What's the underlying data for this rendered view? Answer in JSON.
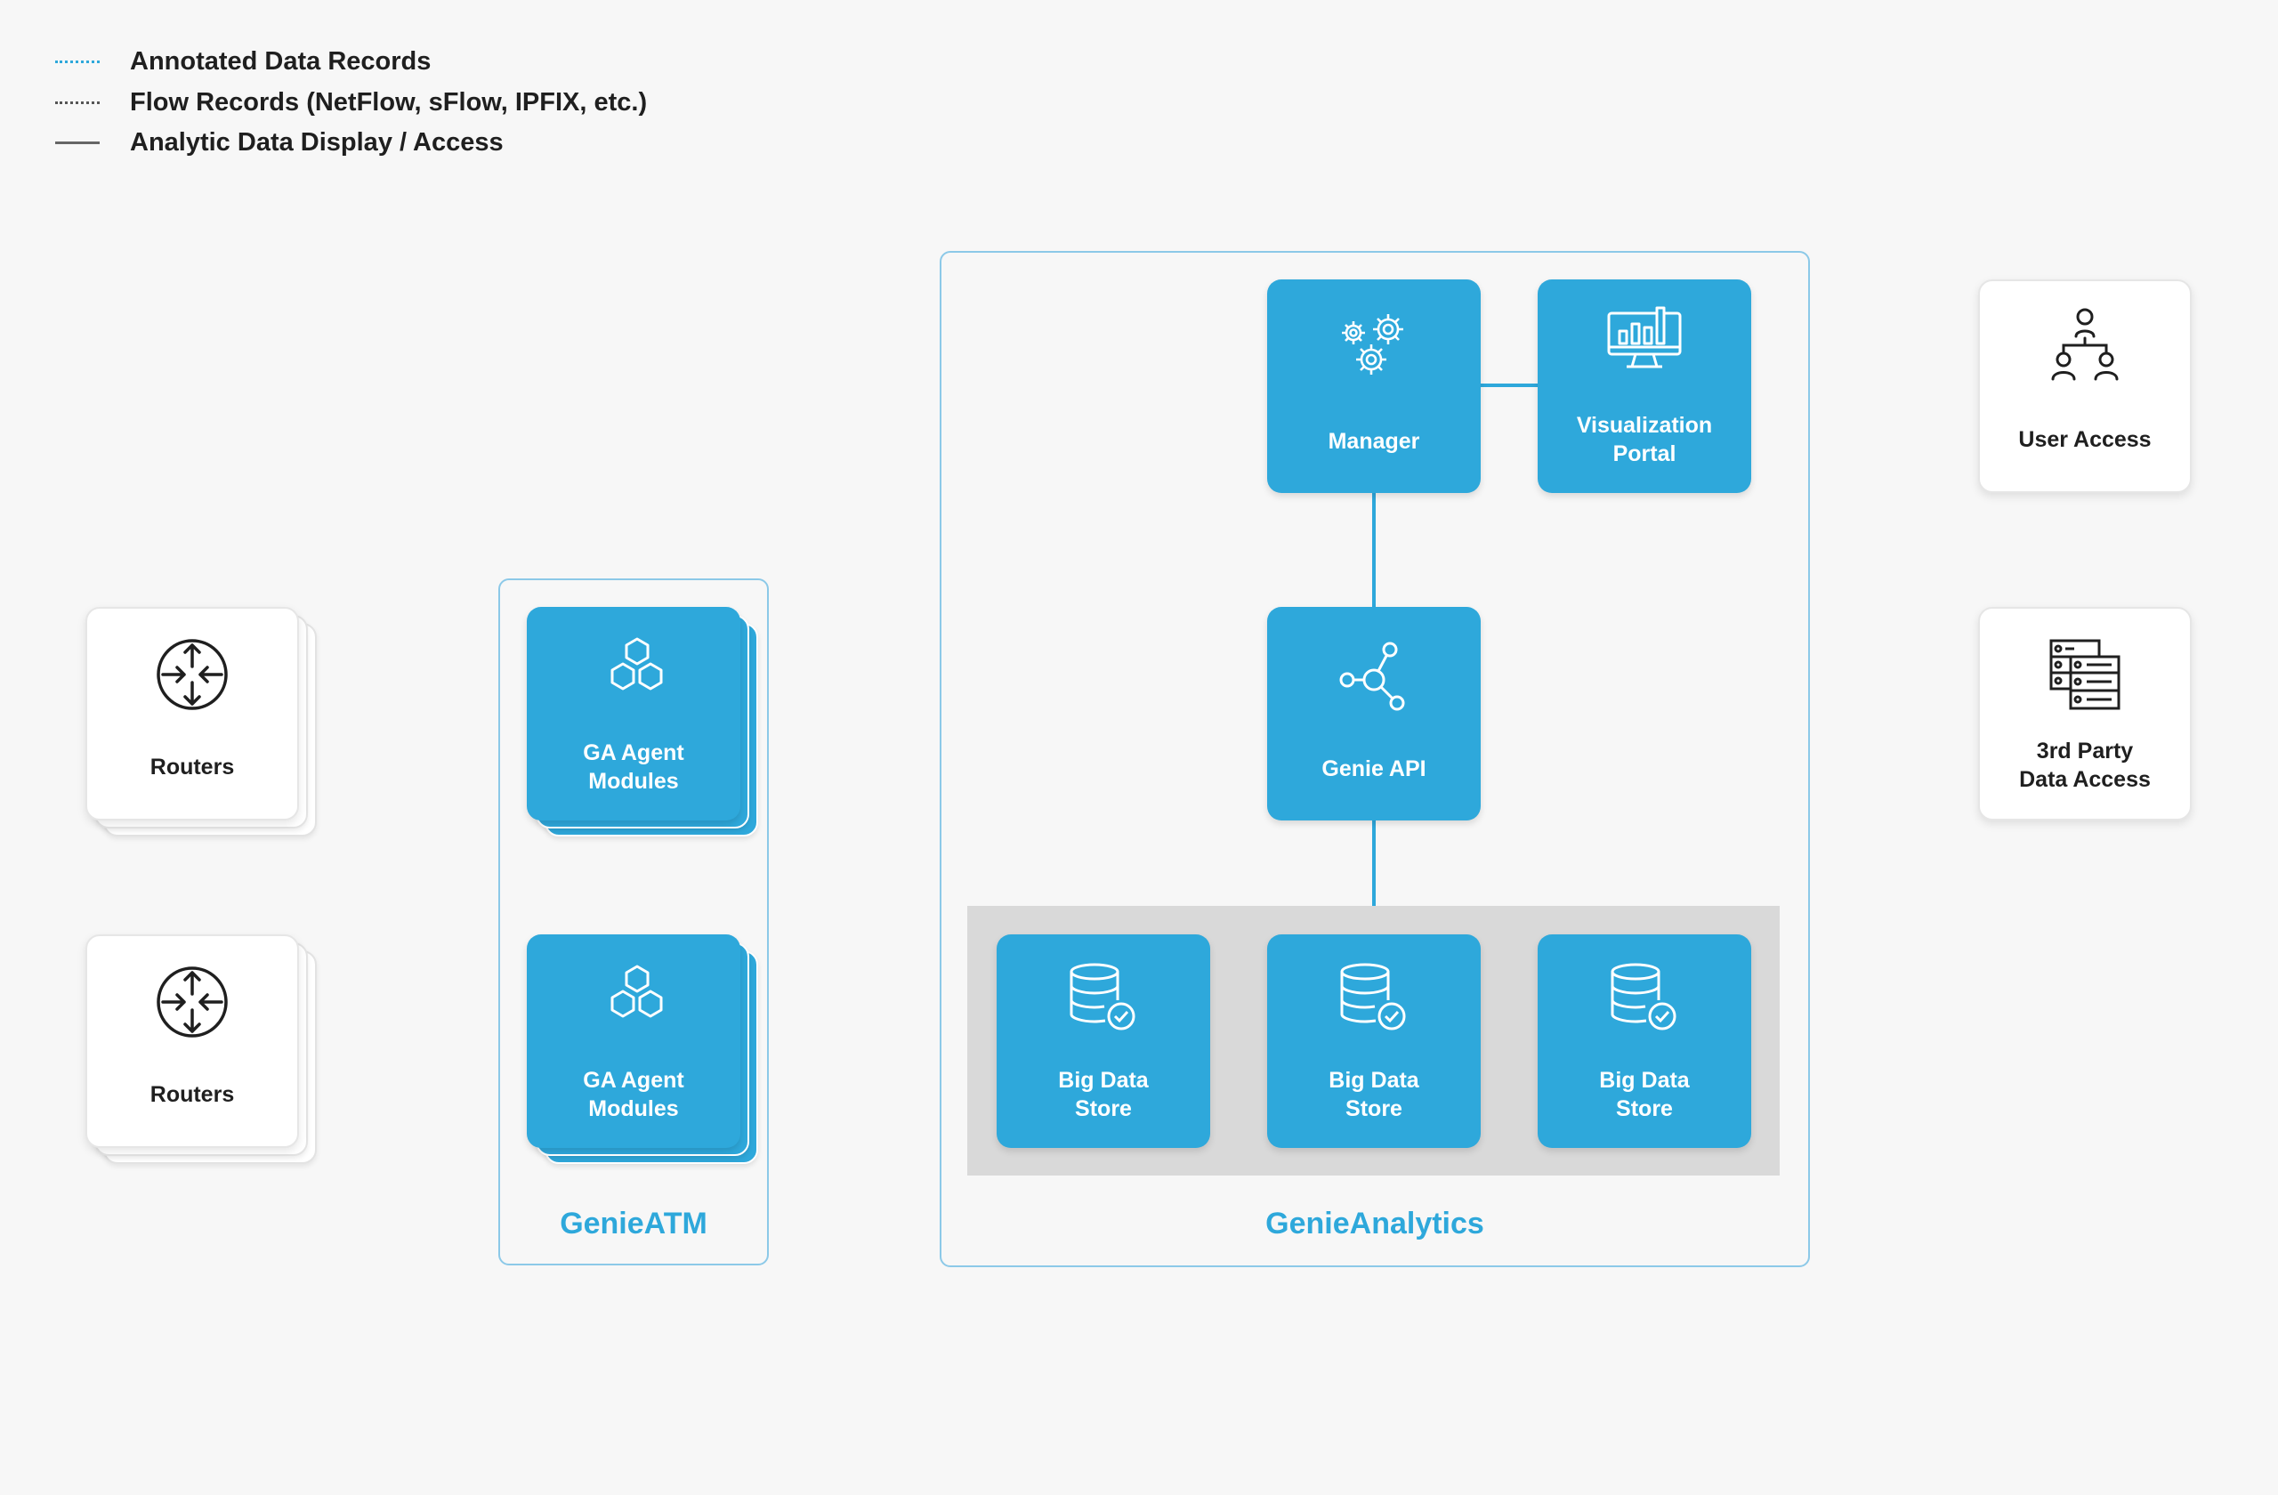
{
  "legend": [
    {
      "style": "dotted-blue",
      "label": "Annotated Data Records"
    },
    {
      "style": "dotted-gray",
      "label": "Flow Records (NetFlow, sFlow, IPFIX, etc.)"
    },
    {
      "style": "solid-gray",
      "label": "Analytic Data Display / Access"
    }
  ],
  "colors": {
    "accent": "#2ea8db",
    "background": "#f7f7f7",
    "group_border": "#8cc9e8",
    "store_band": "#d9d9d9"
  },
  "routers": [
    {
      "label": "Routers",
      "icon": "router-icon"
    },
    {
      "label": "Routers",
      "icon": "router-icon"
    }
  ],
  "genie_atm": {
    "title": "GenieATM",
    "modules": [
      {
        "label": "GA Agent\nModules",
        "icon": "hexagon-cluster-icon"
      },
      {
        "label": "GA Agent\nModules",
        "icon": "hexagon-cluster-icon"
      }
    ]
  },
  "genie_analytics": {
    "title": "GenieAnalytics",
    "manager": {
      "label": "Manager",
      "icon": "gears-icon"
    },
    "visualization": {
      "label": "Visualization\nPortal",
      "icon": "monitor-chart-icon"
    },
    "api": {
      "label": "Genie API",
      "icon": "share-nodes-icon"
    },
    "stores": [
      {
        "label": "Big Data\nStore",
        "icon": "database-check-icon"
      },
      {
        "label": "Big Data\nStore",
        "icon": "database-check-icon"
      },
      {
        "label": "Big Data\nStore",
        "icon": "database-check-icon"
      }
    ]
  },
  "access": {
    "user": {
      "label": "User Access",
      "icon": "org-users-icon"
    },
    "third_party": {
      "label": "3rd Party\nData Access",
      "icon": "server-rack-icon"
    }
  }
}
